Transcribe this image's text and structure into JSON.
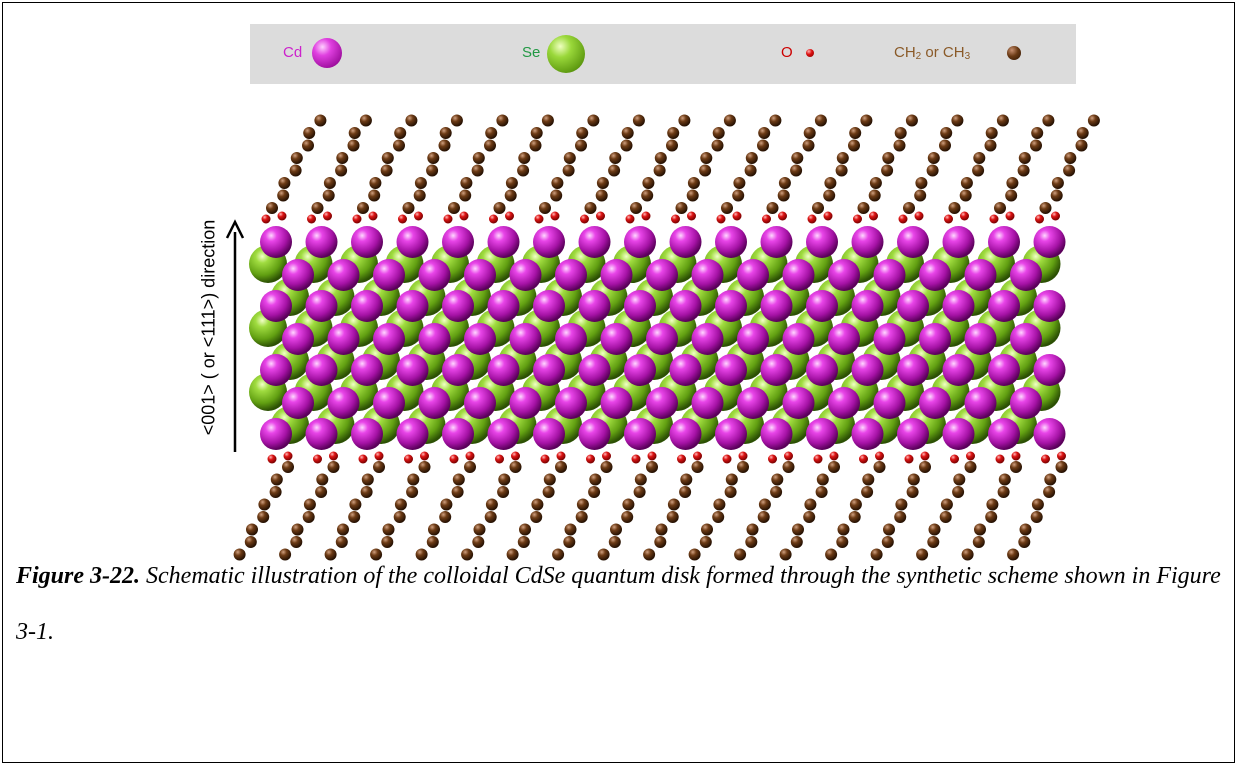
{
  "legend": {
    "cd": {
      "label": "Cd",
      "color": "#cc22cc"
    },
    "se": {
      "label": "Se",
      "color": "#88cc22"
    },
    "o": {
      "label": "O",
      "color": "#cc0000"
    },
    "ch": {
      "label_prefix": "CH",
      "label_sub1": "2",
      "label_mid": " or CH",
      "label_sub2": "3",
      "color": "#5a3410"
    }
  },
  "axis": {
    "direction_label": "<001> ( or <111>) direction"
  },
  "figure": {
    "title_prefix": "Figure 3-22",
    "title_dot": ".",
    "caption_text": " Schematic illustration of the colloidal CdSe quantum disk formed through the synthetic scheme shown in Figure 3-1."
  }
}
